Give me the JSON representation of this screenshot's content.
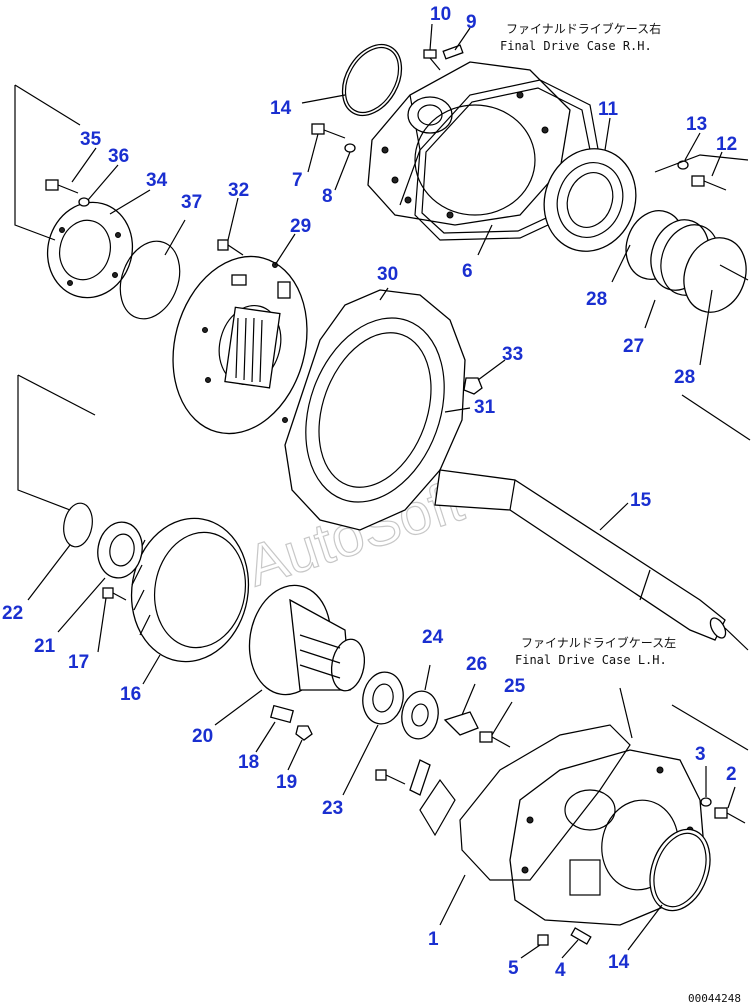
{
  "captions": {
    "rh_jp": "ファイナルドライブケース右",
    "rh_en": "Final Drive Case R.H.",
    "lh_jp": "ファイナルドライブケース左",
    "lh_en": "Final Drive Case L.H."
  },
  "watermark": "AutoSoft",
  "code": "00044248",
  "label_color": "#1a2fd0",
  "parts": {
    "p1": "1",
    "p2": "2",
    "p3": "3",
    "p4": "4",
    "p5": "5",
    "p6": "6",
    "p7": "7",
    "p8": "8",
    "p9": "9",
    "p10": "10",
    "p11": "11",
    "p12": "12",
    "p13": "13",
    "p14a": "14",
    "p14b": "14",
    "p15": "15",
    "p16": "16",
    "p17": "17",
    "p18": "18",
    "p19": "19",
    "p20": "20",
    "p21": "21",
    "p22": "22",
    "p23": "23",
    "p24": "24",
    "p25": "25",
    "p26": "26",
    "p27": "27",
    "p28a": "28",
    "p28b": "28",
    "p29": "29",
    "p30": "30",
    "p31": "31",
    "p32": "32",
    "p33": "33",
    "p34": "34",
    "p35": "35",
    "p36": "36",
    "p37": "37"
  }
}
